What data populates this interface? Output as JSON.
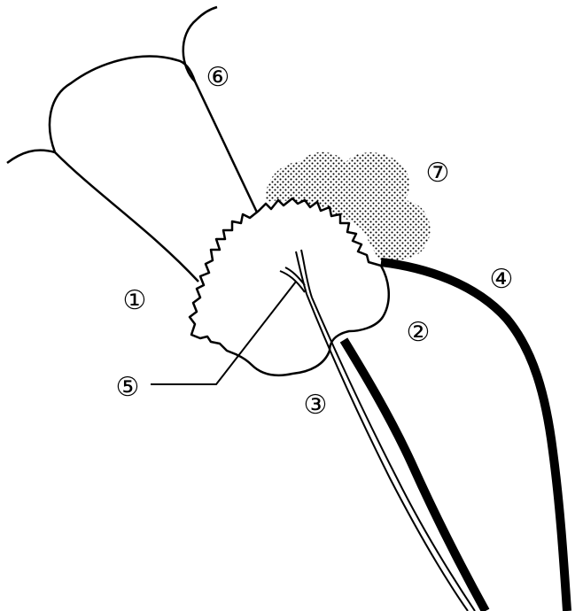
{
  "labels": {
    "l1": "①",
    "l2": "②",
    "l3": "③",
    "l4": "④",
    "l5": "⑤",
    "l6": "⑥",
    "l7": "⑦"
  },
  "colors": {
    "line": "#000000",
    "background": "#ffffff"
  }
}
